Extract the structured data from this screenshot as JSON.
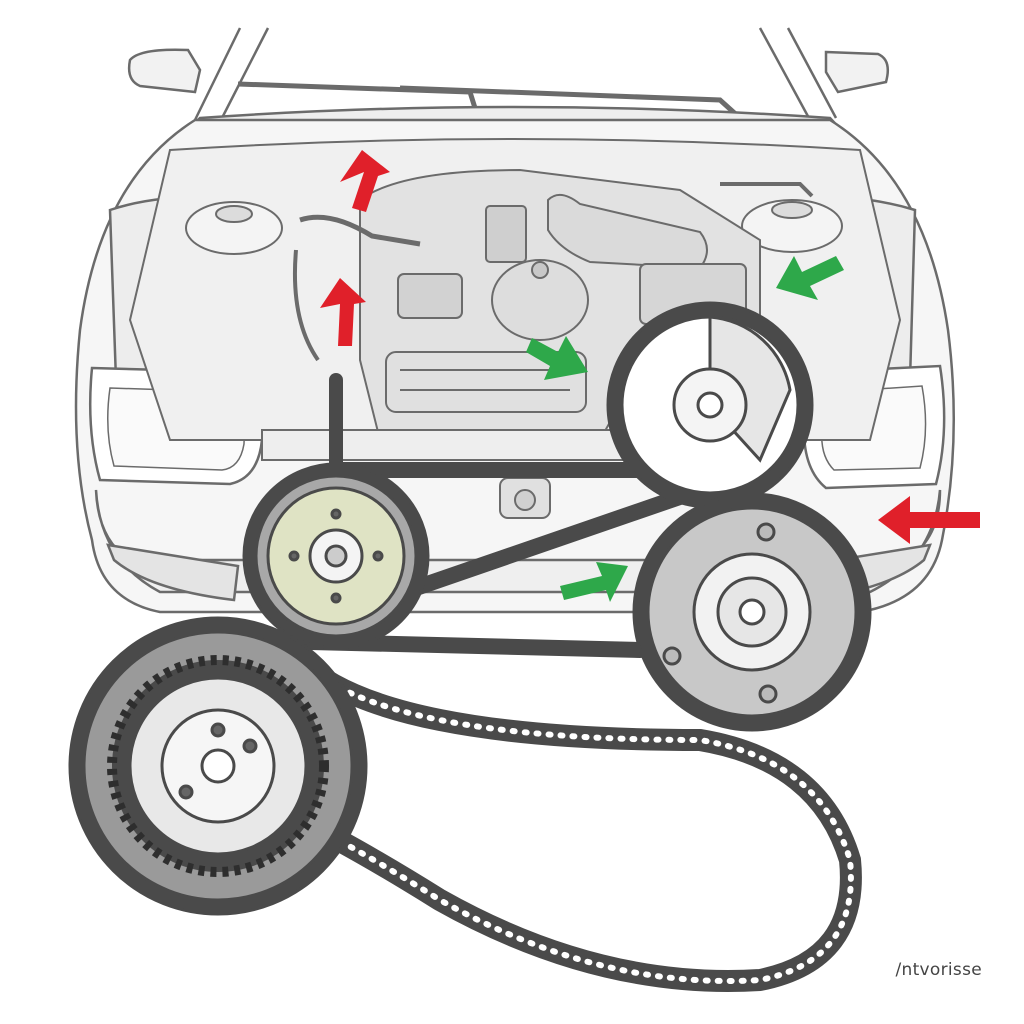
{
  "watermark": "/ntvorisse",
  "colors": {
    "background": "#ffffff",
    "outline": "#6b6b6b",
    "car_body": "#f4f4f4",
    "engine_fill": "#e6e6e6",
    "belt": "#4a4a4a",
    "pulley_dark": "#7a7a7a",
    "tensioner_accent": "#dfe3c4",
    "arrow_red": "#e0202a",
    "arrow_green": "#2ea84a"
  },
  "arrows": [
    {
      "name": "red-arrow-upper-left",
      "color": "red"
    },
    {
      "name": "red-arrow-lower-left",
      "color": "red"
    },
    {
      "name": "red-arrow-right",
      "color": "red"
    },
    {
      "name": "green-arrow-upper-right",
      "color": "green"
    },
    {
      "name": "green-arrow-center",
      "color": "green"
    },
    {
      "name": "green-arrow-lower-center",
      "color": "green"
    }
  ]
}
